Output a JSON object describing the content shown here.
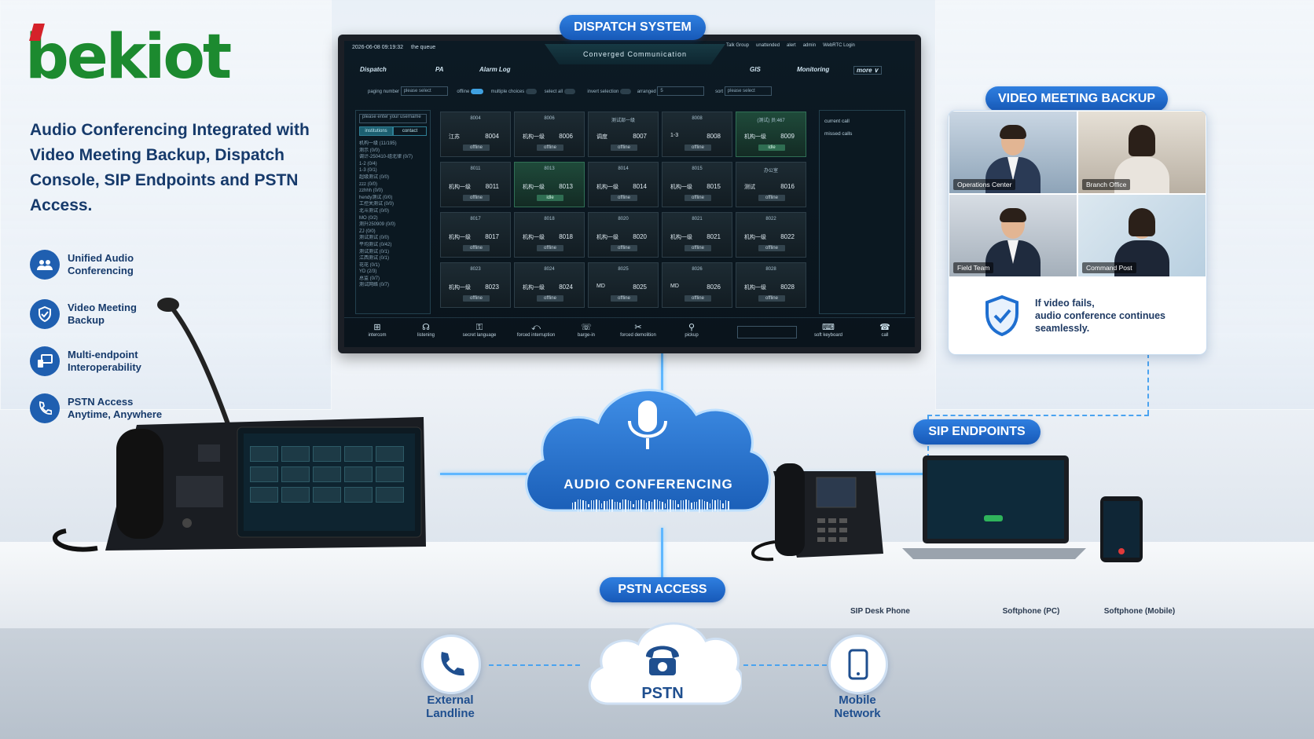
{
  "brand": {
    "logo_text": "bekiot"
  },
  "headline": "Audio Conferencing Integrated with Video Meeting Backup, Dispatch Console, SIP Endpoints and PSTN Access.",
  "features": [
    {
      "icon": "users-icon",
      "text": "Unified Audio\nConferencing"
    },
    {
      "icon": "shield-icon",
      "text": "Video Meeting\nBackup"
    },
    {
      "icon": "endpoints-icon",
      "text": "Multi-endpoint\nInteroperability"
    },
    {
      "icon": "phone-icon",
      "text": "PSTN Access\nAnytime, Anywhere"
    }
  ],
  "labels": {
    "dispatch_system": "DISPATCH SYSTEM",
    "video_meeting_backup": "VIDEO MEETING BACKUP",
    "audio_conferencing": "AUDIO CONFERENCING",
    "sip_endpoints": "SIP ENDPOINTS",
    "pstn_access": "PSTN ACCESS"
  },
  "console": {
    "datetime": "2026-06-08 09:19:32",
    "queue": "the queue",
    "title": "Converged Communication",
    "top_right": [
      "Talk Group",
      "unattended",
      "alert",
      "admin",
      "WebRTC Login"
    ],
    "tabs": [
      "Dispatch",
      "PA",
      "Alarm Log",
      "GIS",
      "Monitoring",
      "more ∨"
    ],
    "filters": {
      "paging_number_label": "paging number",
      "paging_number_value": "please select",
      "offline": "offline",
      "multiple_choices": "multiple choices",
      "select_all": "select all",
      "invert_selection": "invert selection",
      "arranged_label": "arranged",
      "arranged_value": "5",
      "sort_label": "sort",
      "sort_value": "please select"
    },
    "left_panel": {
      "search_placeholder": "please enter your username",
      "tab_institutions": "institutions",
      "tab_contact": "contact",
      "groups": [
        "机构一级 (11/195)",
        "测示 (0/0)",
        "调计-250410-组北律 (0/7)",
        "1-2 (0/4)",
        "1-3 (0/1)",
        "超级测试 (0/0)",
        "zzz (0/0)",
        "zzhhh (0/0)",
        "hendy测试 (0/0)",
        "工控关测试 (0/0)",
        "北斗测试 (0/0)",
        "MO (0/2)",
        "测升250909 (0/0)",
        "ZJ (0/0)",
        "测试测试 (0/0)",
        "平均测试 (0/42)",
        "测试测试 (0/1)",
        "江西测试 (0/1)",
        "花花 (0/1)",
        "YD (2/3)",
        "总监 (0/7)",
        "测试网络 (0/7)"
      ]
    },
    "tiles": [
      {
        "code": "8004",
        "name": "江苏",
        "num": "8004",
        "status": "offline"
      },
      {
        "code": "8006",
        "name": "机构一级",
        "num": "8006",
        "status": "offline"
      },
      {
        "code": "测试部一级",
        "name": "调度",
        "num": "8007",
        "status": "offline"
      },
      {
        "code": "8008",
        "name": "1-3",
        "num": "8008",
        "status": "offline"
      },
      {
        "code": "(测试) 员:467",
        "name": "机构一级",
        "num": "8009",
        "status": "idle"
      },
      {
        "code": "8011",
        "name": "机构一级",
        "num": "8011",
        "status": "offline"
      },
      {
        "code": "8013",
        "name": "机构一级",
        "num": "8013",
        "status": "idle"
      },
      {
        "code": "8014",
        "name": "机构一级",
        "num": "8014",
        "status": "offline"
      },
      {
        "code": "8015",
        "name": "机构一级",
        "num": "8015",
        "status": "offline"
      },
      {
        "code": "办公室",
        "name": "测试",
        "num": "8016",
        "status": "offline"
      },
      {
        "code": "8017",
        "name": "机构一级",
        "num": "8017",
        "status": "offline"
      },
      {
        "code": "8018",
        "name": "机构一级",
        "num": "8018",
        "status": "offline"
      },
      {
        "code": "8020",
        "name": "机构一级",
        "num": "8020",
        "status": "offline"
      },
      {
        "code": "8021",
        "name": "机构一级",
        "num": "8021",
        "status": "offline"
      },
      {
        "code": "8022",
        "name": "机构一级",
        "num": "8022",
        "status": "offline"
      },
      {
        "code": "8023",
        "name": "机构一级",
        "num": "8023",
        "status": "offline"
      },
      {
        "code": "8024",
        "name": "机构一级",
        "num": "8024",
        "status": "offline"
      },
      {
        "code": "8025",
        "name": "MD",
        "num": "8025",
        "status": "offline"
      },
      {
        "code": "8026",
        "name": "MD",
        "num": "8026",
        "status": "offline"
      },
      {
        "code": "8028",
        "name": "机构一级",
        "num": "8028",
        "status": "offline"
      }
    ],
    "right_panel": [
      "current call",
      "missed calls"
    ],
    "bottom_buttons": [
      {
        "icon": "intercom-icon",
        "label": "intercom"
      },
      {
        "icon": "headset-icon",
        "label": "listening"
      },
      {
        "icon": "lock-icon",
        "label": "secret language"
      },
      {
        "icon": "interrupt-icon",
        "label": "forced interruption"
      },
      {
        "icon": "barge-in-icon",
        "label": "barge-in"
      },
      {
        "icon": "demolition-icon",
        "label": "forced demolition"
      },
      {
        "icon": "pickup-icon",
        "label": "pickup"
      },
      {
        "icon": "keyboard-icon",
        "label": "soft keyboard"
      },
      {
        "icon": "call-icon",
        "label": "call"
      }
    ]
  },
  "video": {
    "tiles": [
      "Operations Center",
      "Branch Office",
      "Field Team",
      "Command Post"
    ],
    "note": "If video fails,\naudio conference continues\nseamlessly."
  },
  "devices": {
    "sip_desk_phone": "SIP Desk Phone",
    "softphone_pc": "Softphone (PC)",
    "softphone_mobile": "Softphone (Mobile)"
  },
  "pstn": {
    "center": "PSTN",
    "left": "External\nLandline",
    "right": "Mobile\nNetwork"
  },
  "colors": {
    "brand_green": "#1c8a2f",
    "brand_red": "#d5222a",
    "accent_blue": "#1f6fd0",
    "navy": "#163a6b"
  }
}
